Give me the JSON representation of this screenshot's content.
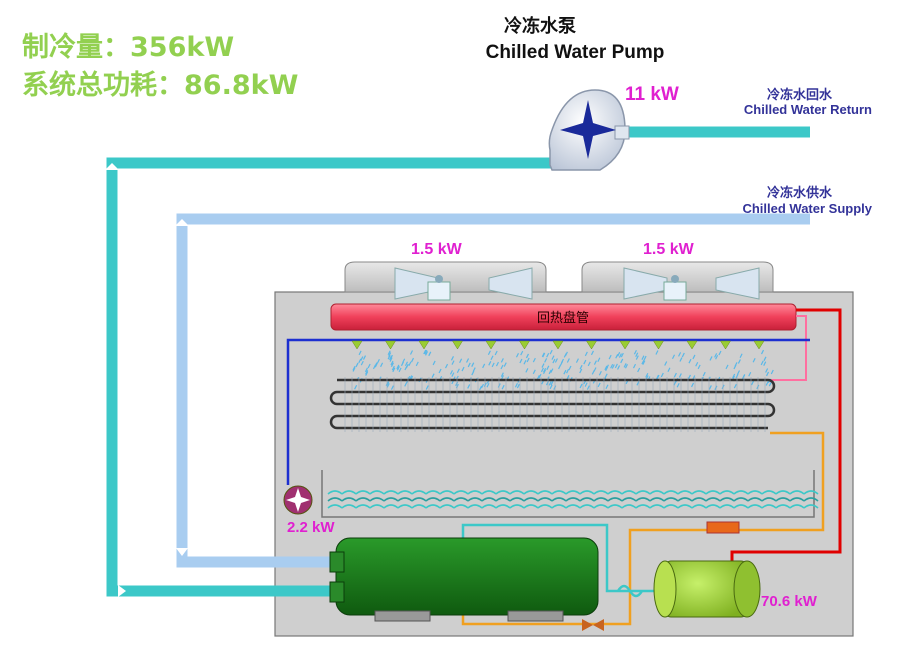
{
  "summary": {
    "cooling_capacity": "制冷量：356kW",
    "total_power": "系统总功耗：86.8kW"
  },
  "pump": {
    "title_cn": "冷冻水泵",
    "title_en": "Chilled  Water Pump",
    "power": "11 kW"
  },
  "chilled_water_return": {
    "label_cn": "冷冻水回水",
    "label_en": "Chilled Water Return"
  },
  "chilled_water_supply": {
    "label_cn": "冷冻水供水",
    "label_en": "Chilled Water  Supply"
  },
  "fans": [
    {
      "power": "1.5 kW"
    },
    {
      "power": "1.5 kW"
    }
  ],
  "heat_recovery_coil": "回热盘管",
  "spray_pump": {
    "power": "2.2 kW"
  },
  "compressor": {
    "power": "70.6 kW"
  },
  "colors": {
    "return_pipe": "#3cc8c8",
    "supply_pipe": "#a9cdf0",
    "enclosure": "#cfcfcf",
    "evaporator": "#1a7a1a",
    "compressor": "#9acd32",
    "heat_coil": "#f0405a",
    "refrigerant_hot": "#e00000",
    "refrigerant_liquid": "#f0a020",
    "spray_water": "#1c2fd0",
    "summary_text": "#92d050",
    "power_text": "#e020d0",
    "label_text": "#333399"
  }
}
